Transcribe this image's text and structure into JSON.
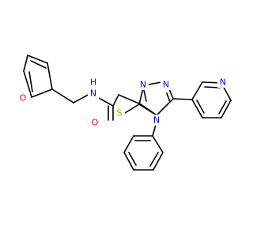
{
  "molecule": {
    "atoms": [
      {
        "id": "furan-o",
        "symbol": "O",
        "color": "#ff0000"
      },
      {
        "id": "amide-n",
        "symbol": "N",
        "color": "#0000ff"
      },
      {
        "id": "amide-h",
        "symbol": "H",
        "color": "#0000ff"
      },
      {
        "id": "carbonyl-o",
        "symbol": "O",
        "color": "#ff0000"
      },
      {
        "id": "thioether-s",
        "symbol": "S",
        "color": "#b8a000"
      },
      {
        "id": "triazole-n1",
        "symbol": "N",
        "color": "#0000ff"
      },
      {
        "id": "triazole-n2",
        "symbol": "N",
        "color": "#0000ff"
      },
      {
        "id": "triazole-n4",
        "symbol": "N",
        "color": "#0000ff"
      },
      {
        "id": "pyridine-n",
        "symbol": "N",
        "color": "#0000ff"
      }
    ],
    "bond_color": "#000000"
  }
}
